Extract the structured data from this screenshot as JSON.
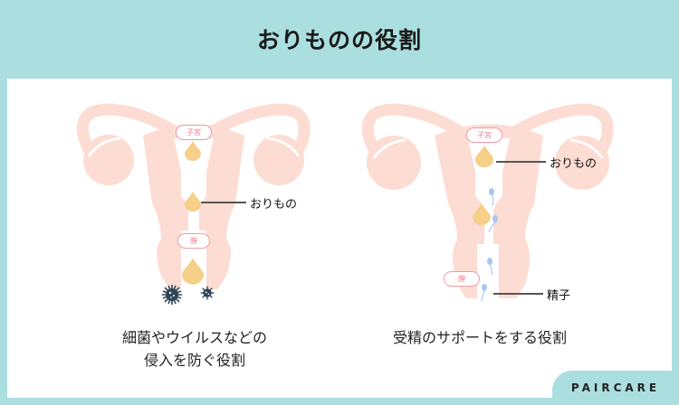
{
  "header": {
    "title": "おりものの役割"
  },
  "colors": {
    "background_teal": "#abdedf",
    "organ_pink": "#fcdcd3",
    "label_border": "#ee9aa6",
    "label_text": "#e87f90",
    "discharge_yellow": "#f6cf88",
    "bacteria_navy": "#2d4558",
    "sperm_blue": "#a6c8f0"
  },
  "left_figure": {
    "labels": {
      "uterus": "子宮",
      "vagina": "膣"
    },
    "callout": "おりもの",
    "caption_line1": "細菌やウイルスなどの",
    "caption_line2": "侵入を防ぐ役割",
    "icons": [
      "droplet-icon",
      "droplet-icon",
      "droplet-icon",
      "bacteria-icon",
      "bacteria-icon"
    ]
  },
  "right_figure": {
    "labels": {
      "uterus": "子宮",
      "vagina": "膣"
    },
    "callout_discharge": "おりもの",
    "callout_sperm": "精子",
    "caption": "受精のサポートをする役割"
  },
  "brand": {
    "name": "PAIRCARE"
  }
}
